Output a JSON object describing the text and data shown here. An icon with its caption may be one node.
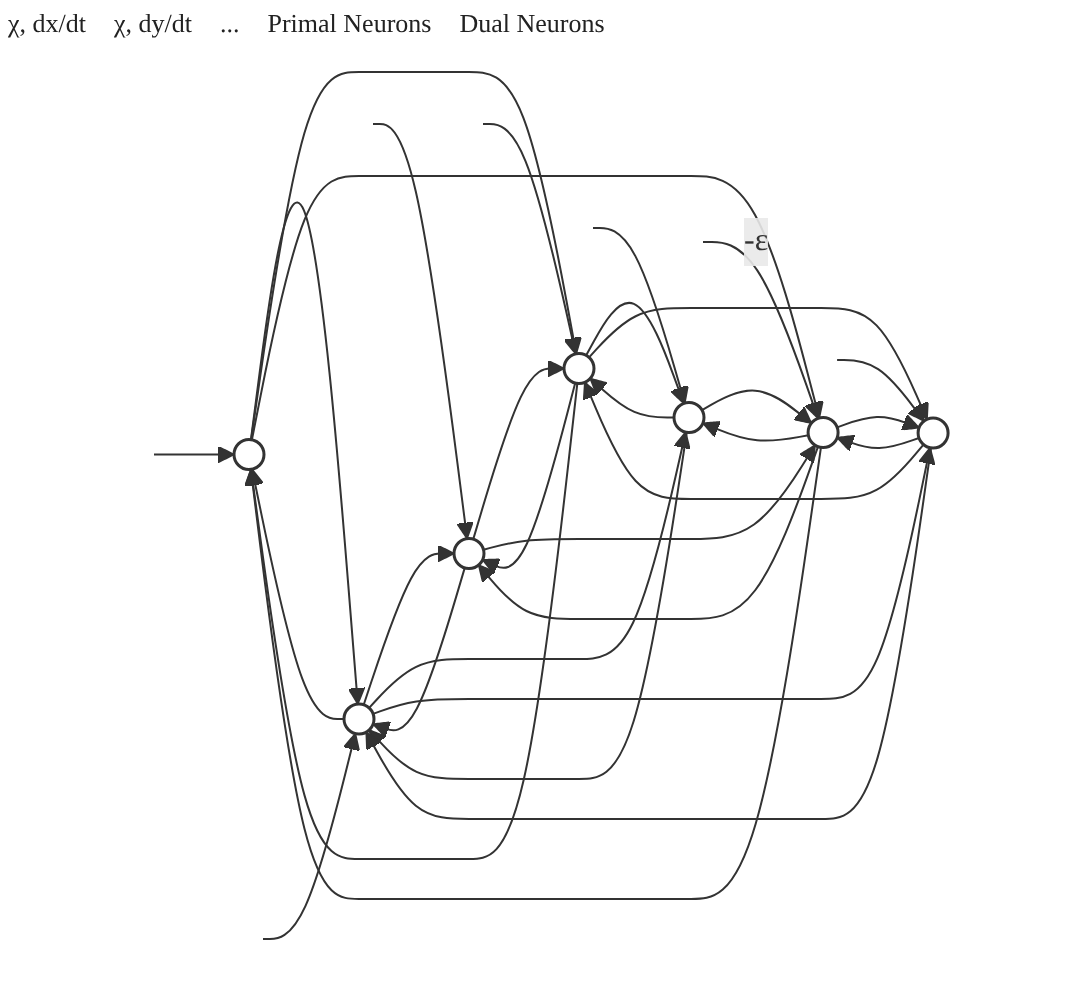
{
  "diagram": {
    "nodes": [
      {
        "text": [],
        "shape": "circle"
      },
      {
        "text": [],
        "shape": "circle"
      },
      {
        "text": [],
        "shape": "circle"
      },
      {
        "text": [],
        "shape": "circle"
      },
      {
        "text": [],
        "shape": "circle"
      },
      {
        "text": [],
        "shape": "circle"
      },
      {
        "text": [],
        "shape": "circle"
      }
    ],
    "edges": [
      {
        "from": null,
        "to": 0,
        "arrow": "to"
      },
      {
        "from": null,
        "to": 1,
        "arrow": "to"
      },
      {
        "from": null,
        "to": 2,
        "arrow": "to"
      },
      {
        "from": null,
        "to": 3,
        "arrow": "to"
      },
      {
        "from": null,
        "to": 4,
        "arrow": "to"
      },
      {
        "from": null,
        "to": 5,
        "arrow": "to"
      },
      {
        "from": null,
        "to": 6,
        "arrow": "to",
        "label": "-ε"
      },
      {
        "from": 0,
        "to": 4,
        "arrow": "to"
      },
      {
        "from": 0,
        "to": 5,
        "arrow": "to"
      },
      {
        "from": 0,
        "to": 6,
        "arrow": "to"
      },
      {
        "from": 1,
        "to": 4,
        "arrow": "to"
      },
      {
        "from": 1,
        "to": 5,
        "arrow": "to"
      },
      {
        "from": 1,
        "to": 6,
        "arrow": "to"
      },
      {
        "from": 2,
        "to": 4,
        "arrow": "to"
      },
      {
        "from": 2,
        "to": 5,
        "arrow": "to"
      },
      {
        "from": 2,
        "to": 6,
        "arrow": "to"
      },
      {
        "from": 3,
        "to": 4,
        "arrow": "to"
      },
      {
        "from": 3,
        "to": 5,
        "arrow": "to"
      },
      {
        "from": 3,
        "to": 6,
        "arrow": "to"
      },
      {
        "from": 4,
        "to": 0,
        "arrow": "to"
      },
      {
        "from": 4,
        "to": 1,
        "arrow": "to"
      },
      {
        "from": 4,
        "to": 2,
        "arrow": "to"
      },
      {
        "from": 4,
        "to": 3,
        "arrow": "to"
      },
      {
        "from": 5,
        "to": 0,
        "arrow": "to"
      },
      {
        "from": 5,
        "to": 1,
        "arrow": "to"
      },
      {
        "from": 5,
        "to": 2,
        "arrow": "to"
      },
      {
        "from": 5,
        "to": 3,
        "arrow": "to"
      },
      {
        "from": 6,
        "to": 0,
        "arrow": "to"
      },
      {
        "from": 6,
        "to": 1,
        "arrow": "to"
      },
      {
        "from": 6,
        "to": 2,
        "arrow": "to"
      },
      {
        "from": 6,
        "to": 3,
        "arrow": "to"
      }
    ],
    "labels": [
      "χ, dx/dt",
      "χ, dy/dt",
      "...",
      "Primal Neurons",
      "Dual Neurons"
    ]
  }
}
